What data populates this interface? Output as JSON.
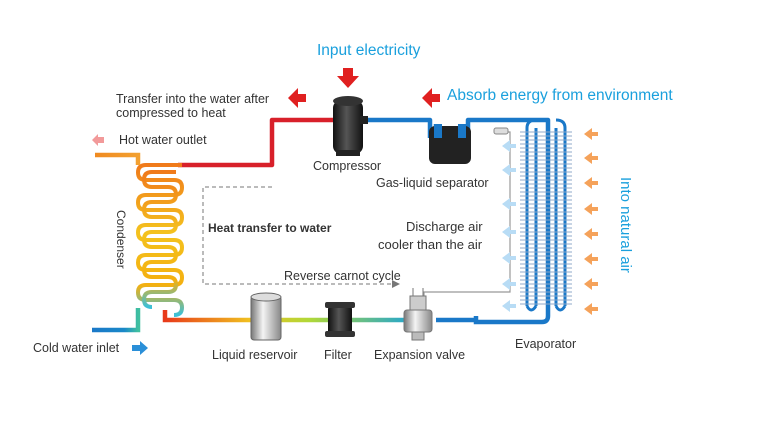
{
  "title": "Input electricity",
  "absorb_label": "Absorb energy from environment",
  "transfer_label": [
    "Transfer into the water after",
    "compressed to heat"
  ],
  "hot_water_outlet": "Hot water outlet",
  "cold_water_inlet": "Cold water inlet",
  "condenser": "Condenser",
  "compressor": "Compressor",
  "separator": "Gas-liquid separator",
  "heat_transfer": "Heat transfer to water",
  "discharge_air": [
    "Discharge air",
    "cooler than the air"
  ],
  "reverse_cycle": "Reverse carnot cycle",
  "into_natural_air": "Into natural air",
  "liquid_reservoir": "Liquid reservoir",
  "filter": "Filter",
  "expansion_valve": "Expansion valve",
  "evaporator": "Evaporator",
  "colors": {
    "hot_pipe": "#d8202a",
    "cold_pipe": "#1a78c8",
    "arrow_red": "#e02020",
    "title_blue": "#1aa0dd",
    "orange_arrow": "#f5a25a",
    "light_blue_arrow": "#b8dcf5"
  }
}
